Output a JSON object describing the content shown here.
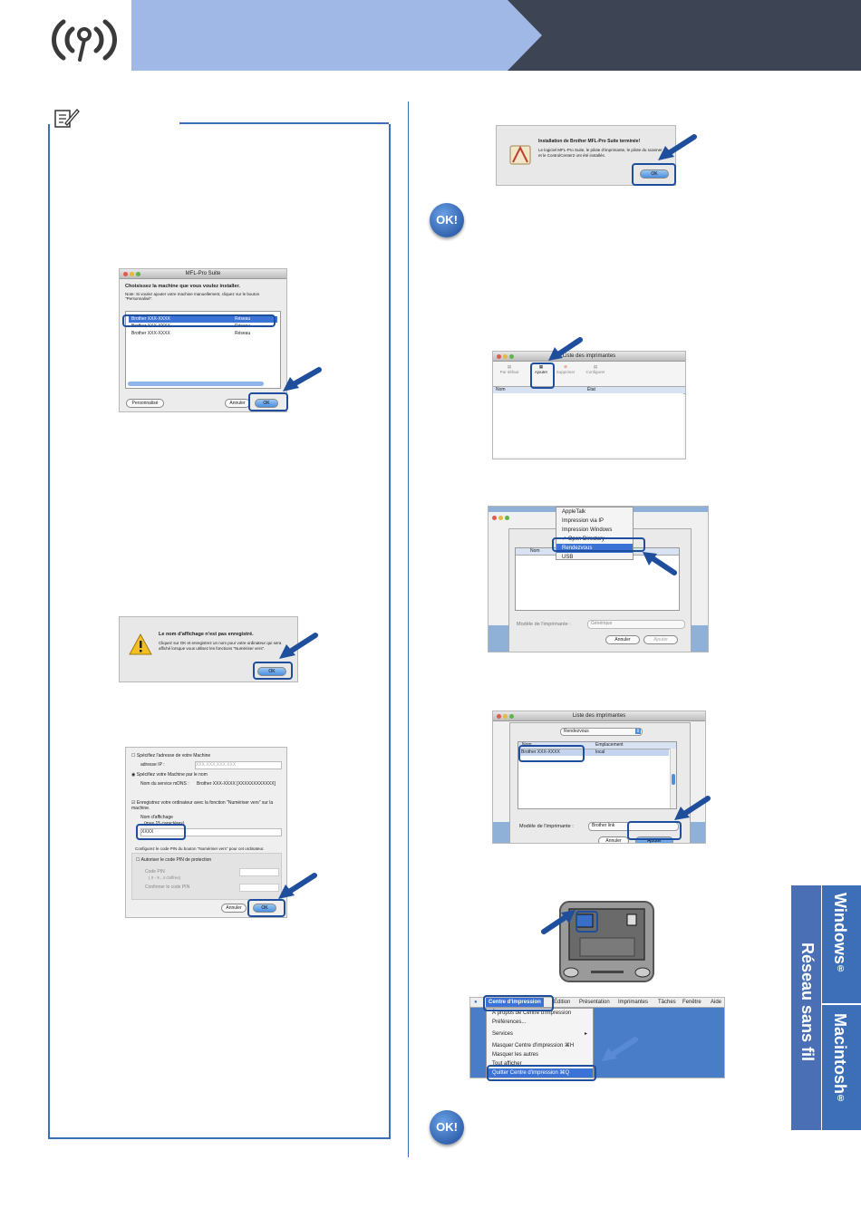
{
  "side_tab": {
    "windows": "Windows",
    "windows_reg": "®",
    "reseau": "Réseau sans fil",
    "macintosh": "Macintosh",
    "macintosh_reg": "®"
  },
  "ok_badge": "OK!",
  "shot1": {
    "title": "MFL-Pro Suite",
    "prompt": "Choisissez la machine que vous voulez installer.",
    "note": "Note: Si voulez ajouter votre machine manuellement, cliquez sur le bouton \"Personnalisé\".",
    "rows": [
      {
        "name": "Brother XXX-XXXX",
        "type": "Réseau"
      },
      {
        "name": "Brother XXX-XXXX",
        "type": "Réseau"
      },
      {
        "name": "Brother XXX-XXXX",
        "type": "Réseau"
      }
    ],
    "custom_btn": "Personnalisé",
    "cancel_btn": "Annuler",
    "ok_btn": "OK"
  },
  "shot2": {
    "heading": "Le nom d'affichage n'est pas enregistré.",
    "body": "Cliquez sur OK et enregistrez un nom pour votre ordinateur qui sera affiché lorsque vous utilisez les fonctions \"Numériser vers\".",
    "ok_btn": "OK"
  },
  "shot3": {
    "opt_ip": "Spécifiez l'adresse de votre Machine",
    "ip_label": "adresse IP :",
    "ip_value": "XXX.XXX.XXX.XXX",
    "opt_name": "Spécifiez votre Machine par le nom",
    "mdns_label": "Nom du service mDNS :",
    "mdns_value": "Brother XXX-XXXX   [XXXXXXXXXXXX]",
    "register": "Enregistrez votre ordinateur avec la fonction \"Numériser vers\" sur la machine.",
    "display_name": "Nom d'affichage",
    "max_chars": "(max 15 caractères)",
    "name_value": "XXXX",
    "pin_config": "Configurez le code PIN du bouton \"Numériser vers\" pour cet ordinateur.",
    "pin_enable": "Autoriser le code PIN de protection",
    "pin_label": "Code PIN",
    "pin_hint": "( 0 - 9 , 4 chiffres)",
    "pin_confirm": "Confirmer le code PIN",
    "cancel_btn": "Annuler",
    "ok_btn": "OK"
  },
  "shot4": {
    "heading": "Installation de Brother MFL-Pro Suite terminée!",
    "body": "Le logiciel MFL-Pro Suite, le pilote d'imprimante, le pilote du scanner et le ControlCenter2 ont été installés.",
    "ok_btn": "OK"
  },
  "shot5": {
    "title": "Liste des imprimantes",
    "tools": [
      "Par défaut",
      "Ajouter",
      "Supprimer",
      "Configurer"
    ],
    "col_name": "Nom",
    "col_state": "État"
  },
  "shot6": {
    "menu": [
      "AppleTalk",
      "Impression via IP",
      "Impression Windows",
      "✓ Open Directory",
      "Rendezvous",
      "USB"
    ],
    "col_name": "Nom",
    "model_label": "Modèle de l'imprimante :",
    "model_value": "Générique",
    "cancel_btn": "Annuler",
    "add_btn": "Ajouter"
  },
  "shot7": {
    "title": "Liste des imprimantes",
    "popup": "Rendezvous",
    "col_name": "Nom",
    "col_loc": "Emplacement",
    "row_name": "Brother  XXX-XXXX",
    "row_loc": "local",
    "model_label": "Modèle de l'imprimante :",
    "model_value": "Brother link",
    "cancel_btn": "Annuler",
    "add_btn": "Ajouter"
  },
  "shot8": {
    "menubar": [
      "Centre d'impression",
      "Édition",
      "Présentation",
      "Imprimantes",
      "Tâches",
      "Fenêtre",
      "Aide"
    ],
    "menu": [
      "À propos de Centre d'impression",
      "Préférences...",
      "Services",
      "Masquer Centre d'impression  ⌘H",
      "Masquer les autres",
      "Tout afficher",
      "Quitter Centre d'impression  ⌘Q"
    ]
  },
  "colors": {
    "header_light": "#9fb8e6",
    "header_dark": "#3d4454",
    "accent": "#3d6fb8"
  }
}
